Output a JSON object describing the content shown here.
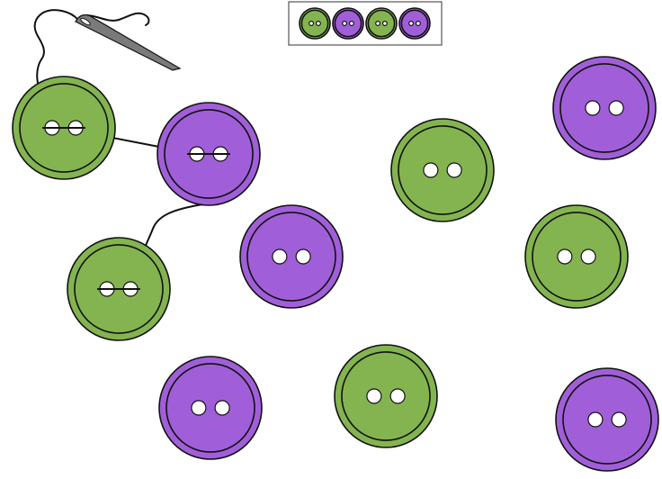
{
  "colors": {
    "green": "#84b450",
    "purple": "#a05fd8",
    "thread": "#111111",
    "needle": "#7a7a7a"
  },
  "pattern": [
    "green",
    "purple",
    "green",
    "purple"
  ],
  "buttons": [
    {
      "color": "green",
      "threaded": true
    },
    {
      "color": "purple",
      "threaded": true
    },
    {
      "color": "green",
      "threaded": true
    },
    {
      "color": "purple",
      "threaded": false
    },
    {
      "color": "green",
      "threaded": false
    },
    {
      "color": "purple",
      "threaded": false
    },
    {
      "color": "green",
      "threaded": false
    },
    {
      "color": "purple",
      "threaded": false
    },
    {
      "color": "green",
      "threaded": false
    },
    {
      "color": "purple",
      "threaded": false
    }
  ],
  "icons": {
    "needle": "sewing-needle-icon",
    "thread": "thread-icon"
  }
}
